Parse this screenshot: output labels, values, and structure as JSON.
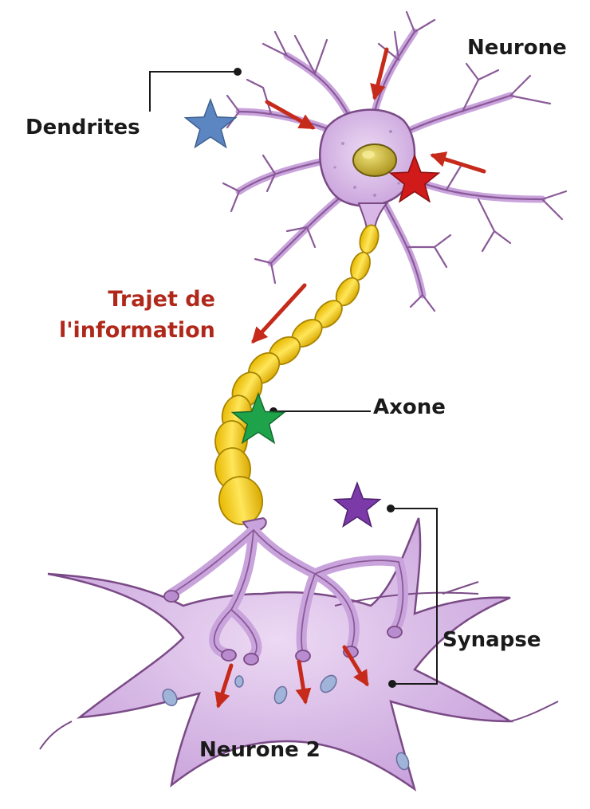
{
  "labels": {
    "neurone": "Neurone",
    "dendrites": "Dendrites",
    "trajet_line1": "Trajet de",
    "trajet_line2": "l'information",
    "axone": "Axone",
    "synapse": "Synapse",
    "neurone2": "Neurone 2"
  },
  "colors": {
    "cell_body": "#d9b8e8",
    "cell_outline": "#7a4a86",
    "nucleus": "#c9b21f",
    "axon_myelin": "#f3d21f",
    "arrow": "#c62a1a",
    "trajet_text": "#b0281a",
    "star_blue": "#5b86c2",
    "star_red": "#d11a1a",
    "star_green": "#1fa34a",
    "star_purple": "#7b3aa8"
  },
  "stars": [
    {
      "name": "blue-star",
      "color_key": "star_blue"
    },
    {
      "name": "red-star",
      "color_key": "star_red"
    },
    {
      "name": "green-star",
      "color_key": "star_green"
    },
    {
      "name": "purple-star",
      "color_key": "star_purple"
    }
  ]
}
